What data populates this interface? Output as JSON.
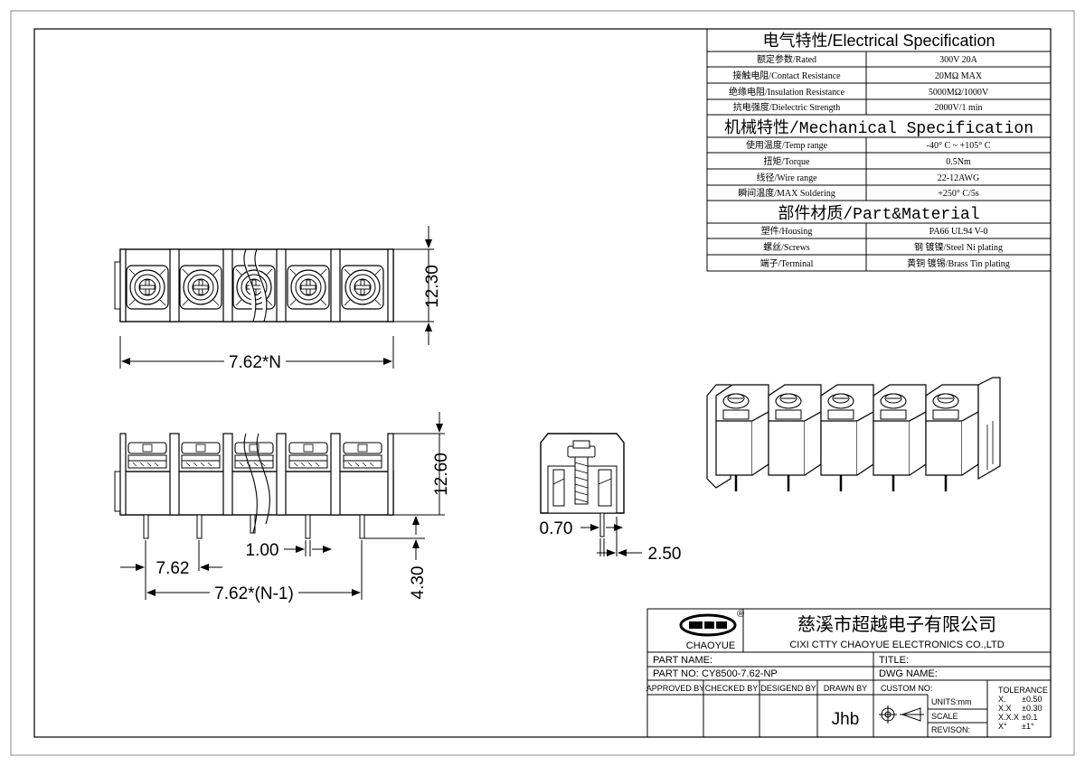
{
  "spec_table": {
    "electrical_title": "电气特性/Electrical Specification",
    "electrical_rows": [
      {
        "label": "额定参数/Rated",
        "value": "300V  20A"
      },
      {
        "label": "接触电阻/Contact Resistance",
        "value": "20MΩ MAX"
      },
      {
        "label": "绝缘电阻/Insulation Resistance",
        "value": "5000MΩ/1000V"
      },
      {
        "label": "抗电强度/Dielectric Strength",
        "value": "2000V/1 min"
      }
    ],
    "mechanical_title": "机械特性/Mechanical Specification",
    "mechanical_rows": [
      {
        "label": "使用温度/Temp range",
        "value": "-40° C ~ +105° C"
      },
      {
        "label": "扭矩/Torque",
        "value": "0.5Nm"
      },
      {
        "label": "线径/Wire range",
        "value": "22-12AWG"
      },
      {
        "label": "瞬间温度/MAX Soldering",
        "value": "+250° C/5s"
      }
    ],
    "material_title": "部件材质/Part&Material",
    "material_rows": [
      {
        "label": "塑件/Housing",
        "value": "PA66 UL94 V-0"
      },
      {
        "label": "螺丝/Screws",
        "value": "钢 镀镍/Steel Ni plating"
      },
      {
        "label": "端子/Terminal",
        "value": "黄铜 镀锡/Brass Tin  plating"
      }
    ]
  },
  "dimensions": {
    "top_height": "12.30",
    "top_width": "7.62*N",
    "front_height": "12.60",
    "pitch": "7.62",
    "pin_width": "1.00",
    "pin_span": "7.62*(N-1)",
    "pin_length": "4.30",
    "side_offset": "0.70",
    "side_pin": "2.50"
  },
  "title_block": {
    "brand": "CHAOYUE",
    "registered_mark": "®",
    "company_cn": "慈溪市超越电子有限公司",
    "company_en": "CIXI CTTY CHAOYUE ELECTRONICS CO.,LTD",
    "part_name_label": "PART NAME:",
    "title_label": "TITLE:",
    "part_no_label": "PART NO:",
    "part_no": "CY8500-7.62-NP",
    "dwg_name_label": "DWG NAME:",
    "approved_by": "APPROVED BY",
    "checked_by": "CHECKED BY",
    "designed_by": "DESIGEND BY",
    "drawn_by": "DRAWN BY",
    "drawn_by_value": "Jhb",
    "custom_no": "CUSTOM NO:",
    "units": "UNITS:mm",
    "scale": "SCALE",
    "revision": "REVISON:",
    "tolerance_title": "TOLERANCE",
    "tolerances": [
      {
        "k": "X.",
        "v": "±0.50"
      },
      {
        "k": "X.X",
        "v": "±0.30"
      },
      {
        "k": "X.X.X",
        "v": "±0.1"
      },
      {
        "k": "X°",
        "v": "±1°"
      }
    ]
  },
  "icons": [
    "projection-symbol-icon",
    "brand-logo-icon"
  ]
}
